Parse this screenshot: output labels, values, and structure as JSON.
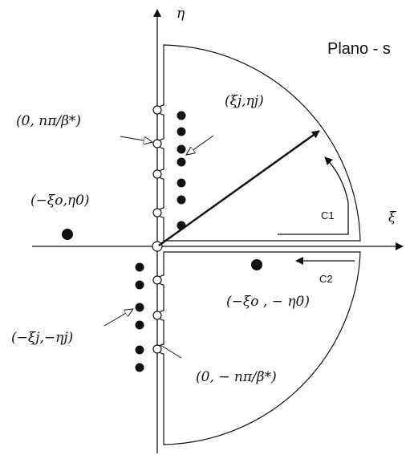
{
  "plane_title": "Plano - s",
  "axes": {
    "horizontal": "ξ",
    "vertical": "η"
  },
  "contours": {
    "upper": "C1",
    "lower": "C2"
  },
  "labels": {
    "pole_upper": "(0, nπ/β*)",
    "pole_lower": "(0, − nπ/β*)",
    "point_j": "(ξj,ηj)",
    "point_o": "(−ξo,η0)",
    "point_o_conj": "(−ξo , − η0)",
    "point_j_conj": "(−ξj,−ηj)"
  }
}
